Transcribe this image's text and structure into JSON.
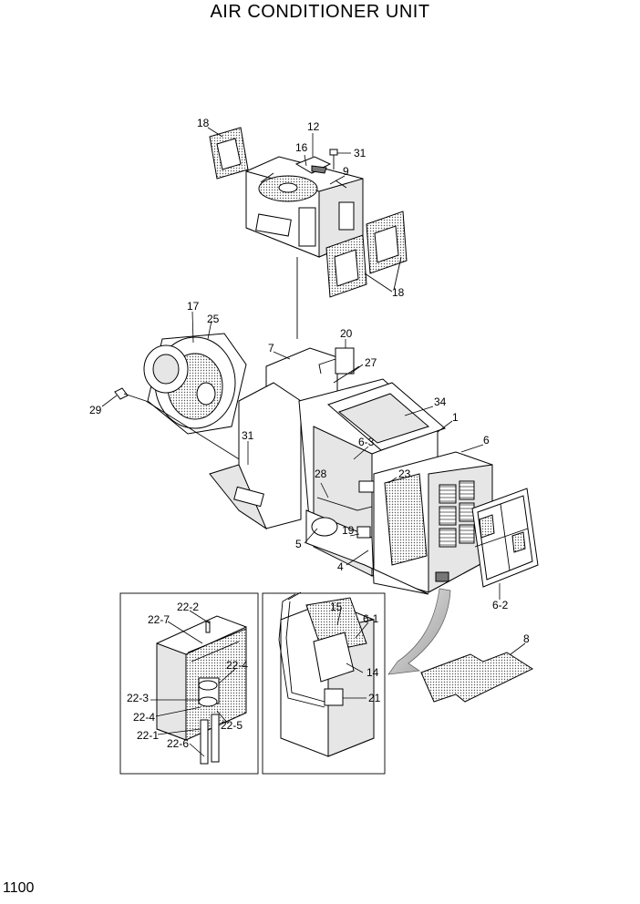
{
  "title": "AIR CONDITIONER UNIT",
  "page_number": "1100",
  "callouts": {
    "c1": "1",
    "c4": "4",
    "c5": "5",
    "c6": "6",
    "c6_1": "6-1",
    "c6_2": "6-2",
    "c6_3": "6-3",
    "c7": "7",
    "c8": "8",
    "c9": "9",
    "c12": "12",
    "c14": "14",
    "c15": "15",
    "c16": "16",
    "c17": "17",
    "c18a": "18",
    "c18b": "18",
    "c19": "19",
    "c20": "20",
    "c21": "21",
    "c22_1": "22-1",
    "c22_2": "22-2",
    "c22_3": "22-3",
    "c22_4a": "22-4",
    "c22_4b": "22-4",
    "c22_5": "22-5",
    "c22_6": "22-6",
    "c22_7": "22-7",
    "c23": "23",
    "c25": "25",
    "c27": "27",
    "c28": "28",
    "c29": "29",
    "c31a": "31",
    "c31b": "31",
    "c34": "34"
  }
}
